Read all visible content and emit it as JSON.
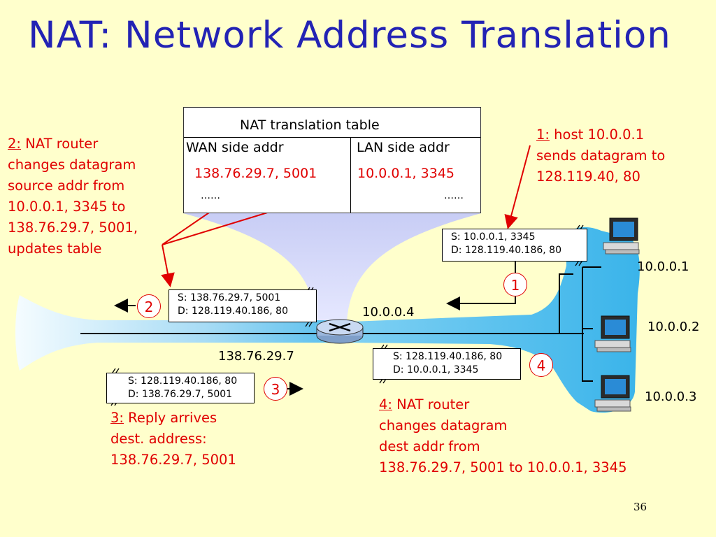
{
  "title": "NAT: Network Address Translation",
  "table": {
    "title": "NAT translation table",
    "col_wan": "WAN side addr",
    "col_lan": "LAN side addr",
    "row_wan": "138.76.29.7, 5001",
    "row_lan": "10.0.0.1, 3345",
    "ellipsis_wan": "……",
    "ellipsis_lan": "……"
  },
  "notes": {
    "n1": {
      "num": "1:",
      "lines": [
        " host 10.0.0.1",
        "sends datagram to",
        "128.119.40, 80"
      ]
    },
    "n2": {
      "num": "2:",
      "lines": [
        " NAT router",
        "changes datagram",
        "source addr from",
        "10.0.0.1, 3345 to",
        "138.76.29.7, 5001,",
        "updates table"
      ]
    },
    "n3": {
      "num": "3:",
      "lines": [
        " Reply arrives",
        " dest. address:",
        " 138.76.29.7, 5001"
      ]
    },
    "n4": {
      "num": "4:",
      "lines": [
        " NAT router",
        "changes datagram",
        "dest addr from",
        "138.76.29.7, 5001 to 10.0.0.1, 3345"
      ]
    }
  },
  "packets": {
    "p1": {
      "s": "S: 10.0.0.1, 3345",
      "d": "D: 128.119.40.186, 80"
    },
    "p2": {
      "s": "S: 138.76.29.7, 5001",
      "d": "D: 128.119.40.186, 80"
    },
    "p3": {
      "s": "S: 128.119.40.186, 80",
      "d": "D: 138.76.29.7, 5001"
    },
    "p4": {
      "s": "S: 128.119.40.186, 80",
      "d": "D: 10.0.0.1, 3345"
    }
  },
  "steps": {
    "s1": "1",
    "s2": "2",
    "s3": "3",
    "s4": "4"
  },
  "addresses": {
    "router_lan": "10.0.0.4",
    "router_wan": "138.76.29.7",
    "host1": "10.0.0.1",
    "host2": "10.0.0.2",
    "host3": "10.0.0.3"
  },
  "page_number": "36",
  "colors": {
    "title": "#2323b4",
    "note": "#e00000",
    "background": "#ffffcc",
    "lan_blob": "#3ab4ea"
  }
}
